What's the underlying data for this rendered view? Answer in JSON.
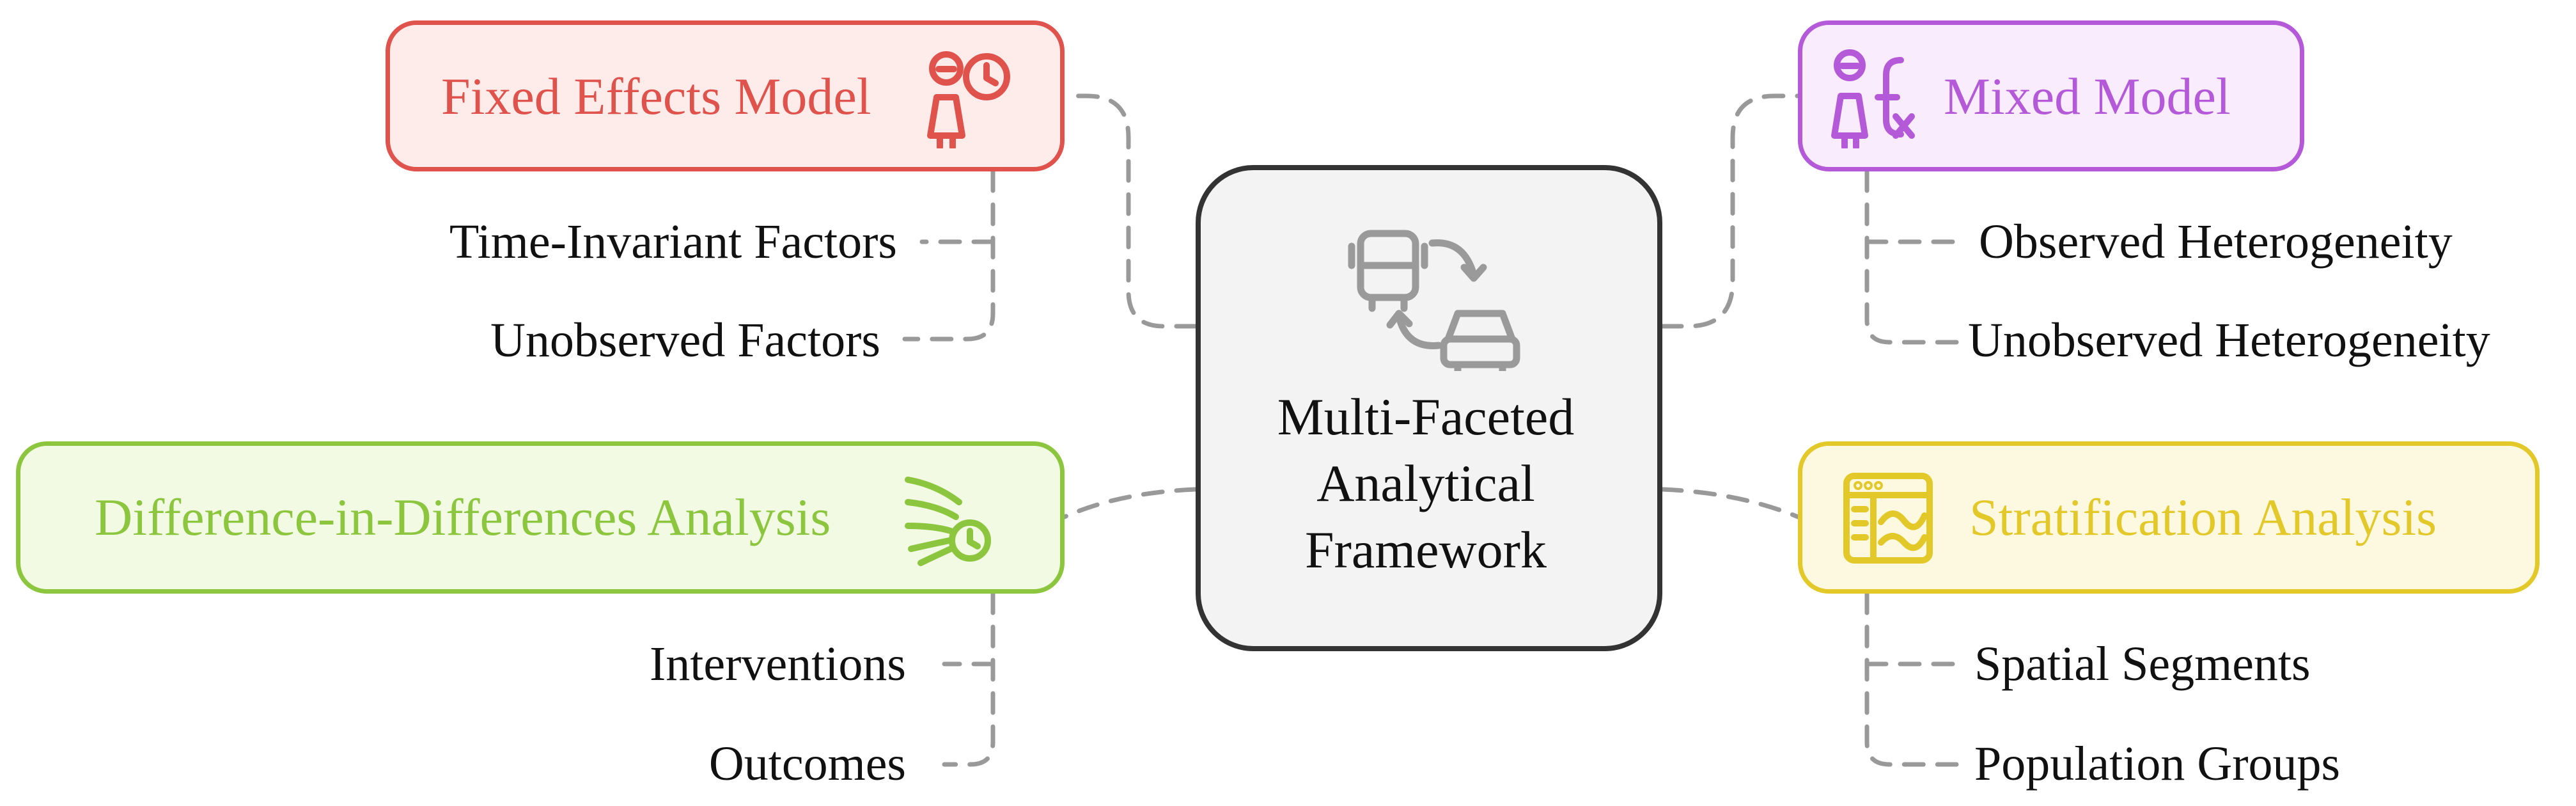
{
  "center": {
    "lines": [
      "Multi-Faceted",
      "Analytical",
      "Framework"
    ],
    "icon": "bus-car-swap-icon"
  },
  "nodes": {
    "fixed_effects": {
      "title": "Fixed Effects Model",
      "icon": "person-clock-icon",
      "color": "#e0524c",
      "fill": "#fdecea",
      "children": [
        "Time-Invariant Factors",
        "Unobserved Factors"
      ]
    },
    "mixed_model": {
      "title": "Mixed Model",
      "icon": "person-formula-icon",
      "color": "#b45ad8",
      "fill": "#f8ecfd",
      "children": [
        "Observed Heterogeneity",
        "Unobserved Heterogeneity"
      ]
    },
    "did": {
      "title": "Difference-in-Differences Analysis",
      "icon": "wind-clock-icon",
      "color": "#8cc63f",
      "fill": "#f2fae3",
      "children": [
        "Interventions",
        "Outcomes"
      ]
    },
    "stratification": {
      "title": "Stratification Analysis",
      "icon": "dashboard-window-icon",
      "color": "#e3c82a",
      "fill": "#fdf9e0",
      "children": [
        "Spatial Segments",
        "Population Groups"
      ]
    }
  },
  "colors": {
    "connector": "#999999",
    "center_border": "#333333",
    "center_fill": "#f3f3f3",
    "icon_gray": "#9a9a9a"
  }
}
